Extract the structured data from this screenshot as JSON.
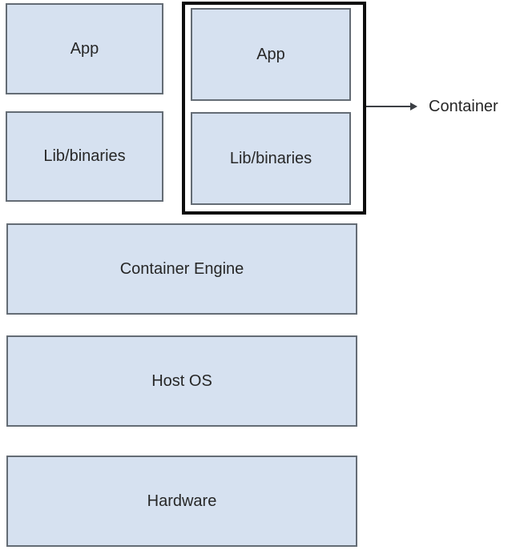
{
  "diagram": {
    "left_stack": {
      "app_label": "App",
      "lib_label": "Lib/binaries"
    },
    "container_group": {
      "app_label": "App",
      "lib_label": "Lib/binaries",
      "callout_label": "Container"
    },
    "layers": {
      "engine_label": "Container Engine",
      "host_os_label": "Host OS",
      "hardware_label": "Hardware"
    },
    "colors": {
      "box_fill": "#d6e1f0",
      "box_border": "#646c75",
      "container_outline": "#0d0d0d",
      "arrow": "#3c4045",
      "text": "#272727",
      "background": "#ffffff"
    }
  }
}
